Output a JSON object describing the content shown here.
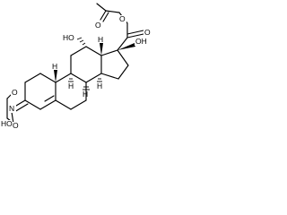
{
  "molecule": {
    "atom_labels": {
      "acetate_carbonyl_o": "O",
      "acetate_ester_o": "O",
      "c20_carbonyl_o": "O",
      "c17_hydroxyl": "OH",
      "c11_hydroxyl": "HO",
      "c13_methyl": "H",
      "c14_h": "H",
      "c8_h": "H",
      "c9_h": "H",
      "c10_methyl": "H",
      "oxime_n": "N",
      "oxime_o": "O",
      "acid_carbonyl_o": "O",
      "acid_hydroxyl": "HO"
    }
  }
}
